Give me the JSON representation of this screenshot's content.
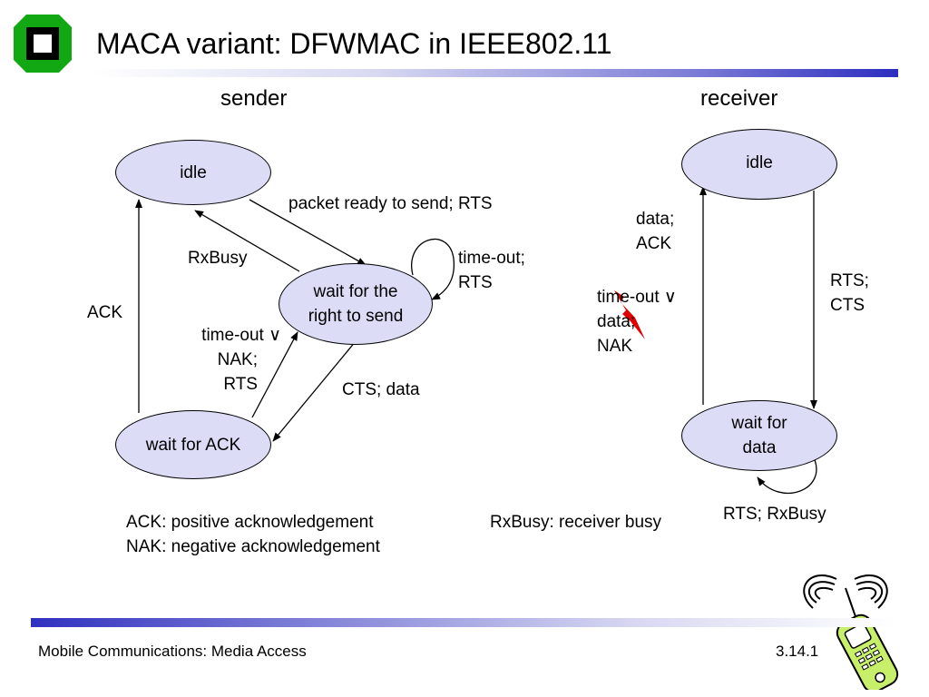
{
  "slide": {
    "title": "MACA variant: DFWMAC in IEEE802.11",
    "sender_heading": "sender",
    "receiver_heading": "receiver"
  },
  "sender": {
    "states": {
      "idle": "idle",
      "wait_right_line1": "wait for the",
      "wait_right_line2": "right to send",
      "wait_ack": "wait for ACK"
    },
    "labels": {
      "packet_ready": "packet ready to send; RTS",
      "rxbusy": "RxBusy",
      "timeout_rts_1": "time-out;",
      "timeout_rts_2": "RTS",
      "ack": "ACK",
      "timeout_nak_1": "time-out ∨",
      "timeout_nak_2": "NAK;",
      "timeout_nak_3": "RTS",
      "cts_data": "CTS; data"
    }
  },
  "receiver": {
    "states": {
      "idle": "idle",
      "wait_data_line1": "wait for",
      "wait_data_line2": "data"
    },
    "labels": {
      "data_ack_1": "data;",
      "data_ack_2": "ACK",
      "timeout_nak_1": "time-out ∨",
      "timeout_nak_2": "data;",
      "timeout_nak_3": "NAK",
      "rts_cts_1": "RTS;",
      "rts_cts_2": "CTS",
      "rts_rxbusy": "RTS; RxBusy"
    }
  },
  "legend": {
    "ack_def": "ACK: positive acknowledgement",
    "nak_def": "NAK: negative acknowledgement",
    "rxbusy_def": "RxBusy: receiver busy"
  },
  "footer": {
    "course": "Mobile Communications: Media Access",
    "page": "3.14.1"
  },
  "colors": {
    "state_fill": "#dcdcf7",
    "logo_green": "#11a814",
    "bar_blue": "#2d2dc0",
    "phone_green": "#c8ef6a"
  }
}
